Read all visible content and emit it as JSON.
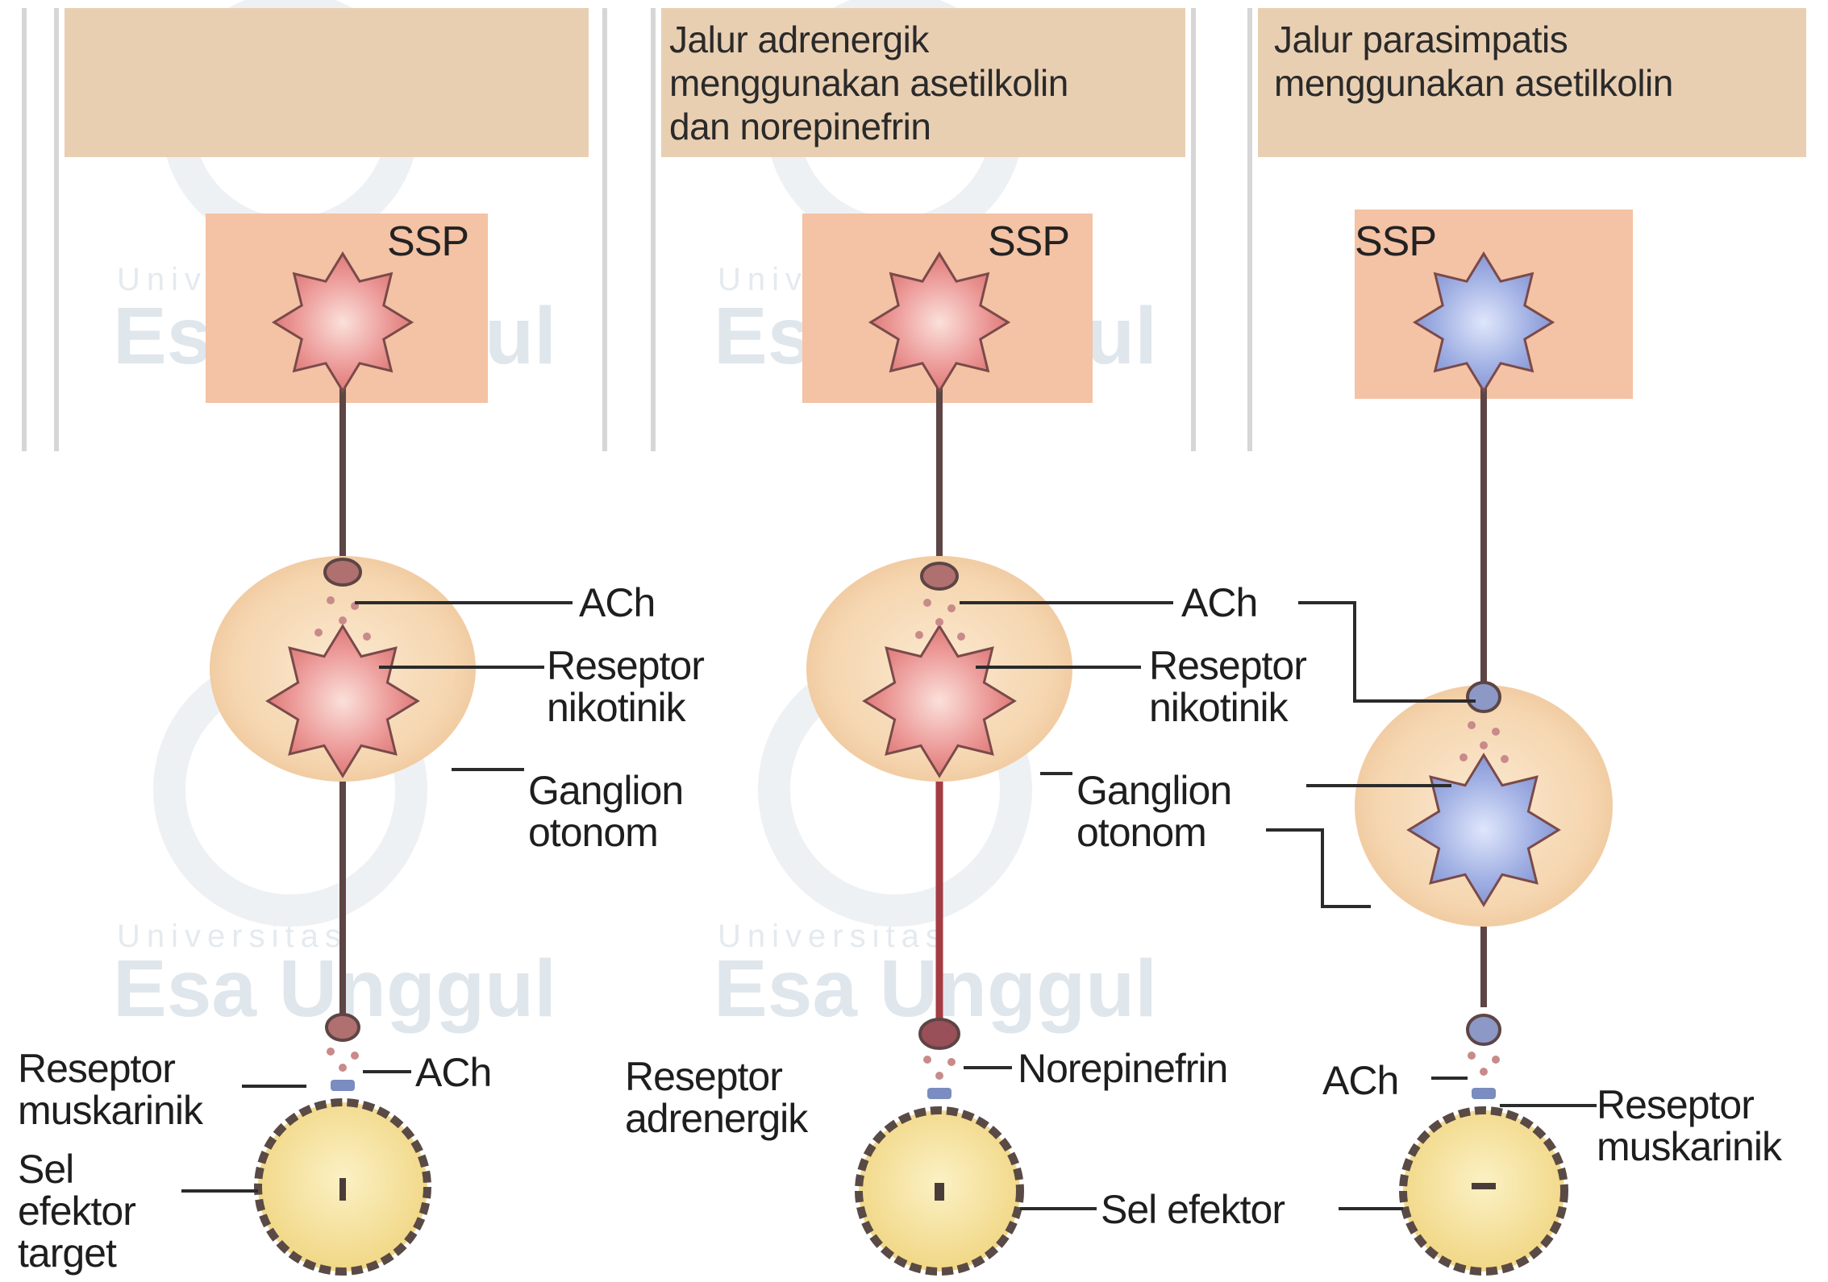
{
  "columns": [
    {
      "header": "",
      "cns_label": "SSP",
      "neurotransmitter_ganglion": "ACh",
      "ganglion_receptor": [
        "Reseptor",
        "nikotinik"
      ],
      "ganglion_label": [
        "Ganglion",
        "otonom"
      ],
      "neurotransmitter_target": "ACh",
      "target_receptor": [
        "Reseptor",
        "muskarinik"
      ],
      "effector_label": [
        "Sel",
        "efektor",
        "target"
      ]
    },
    {
      "header": [
        "Jalur adrenergik",
        "menggunakan asetilkolin",
        "dan norepinefrin"
      ],
      "cns_label": "SSP",
      "neurotransmitter_ganglion": "ACh",
      "ganglion_receptor": [
        "Reseptor",
        "nikotinik"
      ],
      "ganglion_label": [
        "Ganglion",
        "otonom"
      ],
      "neurotransmitter_target": "Norepinefrin",
      "target_receptor": [
        "Reseptor",
        "adrenergik"
      ]
    },
    {
      "header": [
        "Jalur parasimpatis",
        "menggunakan asetilkolin"
      ],
      "cns_label": "SSP",
      "neurotransmitter_target": "ACh",
      "target_receptor": [
        "Reseptor",
        "muskarinik"
      ]
    }
  ],
  "shared_labels": {
    "effector": "Sel efektor"
  },
  "watermark": {
    "small": "Universitas",
    "large": "Esa Unggul"
  },
  "colors": {
    "header_band": "#e9cfb2",
    "cns_box": "#f4c2a4",
    "ganglion_halo": "#f6dcb9",
    "neuron_red": "#e8888a",
    "neuron_blue": "#98a9de",
    "axon": "#5a4040",
    "effector_cell": "#f7e6a0"
  }
}
